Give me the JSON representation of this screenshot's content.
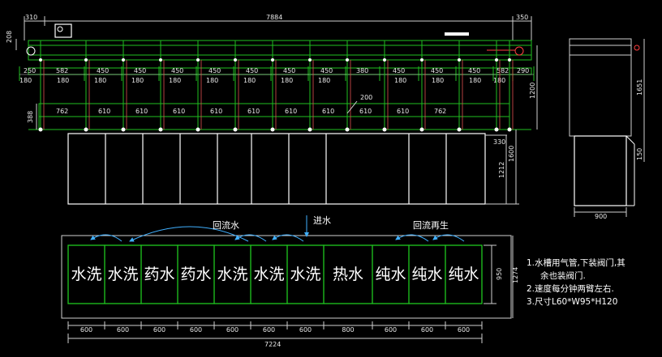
{
  "top_view": {
    "overall": "7884",
    "left_offset": "310",
    "right_offset": "350",
    "left_height": "208",
    "side_height": "1200",
    "bottom_height": "388",
    "arm_drop": "200",
    "top_row": [
      "250",
      "582",
      "450",
      "450",
      "450",
      "450",
      "450",
      "450",
      "450",
      "380",
      "450",
      "450",
      "450",
      "582",
      "290"
    ],
    "mid_row": [
      "180",
      "180",
      "180",
      "180",
      "180",
      "180",
      "180",
      "180",
      "180",
      "180",
      "180",
      "180",
      "180"
    ],
    "lower_row": [
      "762",
      "610",
      "610",
      "610",
      "610",
      "610",
      "610",
      "610",
      "610",
      "610",
      "762"
    ]
  },
  "tank_row": {
    "height_tank": "1212",
    "height_total": "1600",
    "offset": "330"
  },
  "side_view": {
    "height_top": "1651",
    "height_bottom": "150",
    "width": "900"
  },
  "plan_view": {
    "tanks": [
      "水洗",
      "水洗",
      "药水",
      "药水",
      "水洗",
      "水洗",
      "水洗",
      "热水",
      "纯水",
      "纯水",
      "纯水"
    ],
    "widths": [
      "600",
      "600",
      "600",
      "600",
      "600",
      "600",
      "600",
      "800",
      "600",
      "600",
      "600"
    ],
    "total_width": "7224",
    "inner_height": "950",
    "outer_height": "1274",
    "label_return": "回流水",
    "label_inlet": "进水",
    "label_regen": "回流再生"
  },
  "notes": [
    "1.水槽用气管,下装阀门,其",
    "余也装阀门.",
    "2.速度每分钟两臂左右.",
    "3.尺寸L60*W95*H120"
  ],
  "colors": {
    "frame": "#1fbf1f",
    "dimension": "#d0d0d0",
    "rail": "#e05050",
    "flow_arrow": "#40b0ff",
    "text": "#ffffff"
  }
}
